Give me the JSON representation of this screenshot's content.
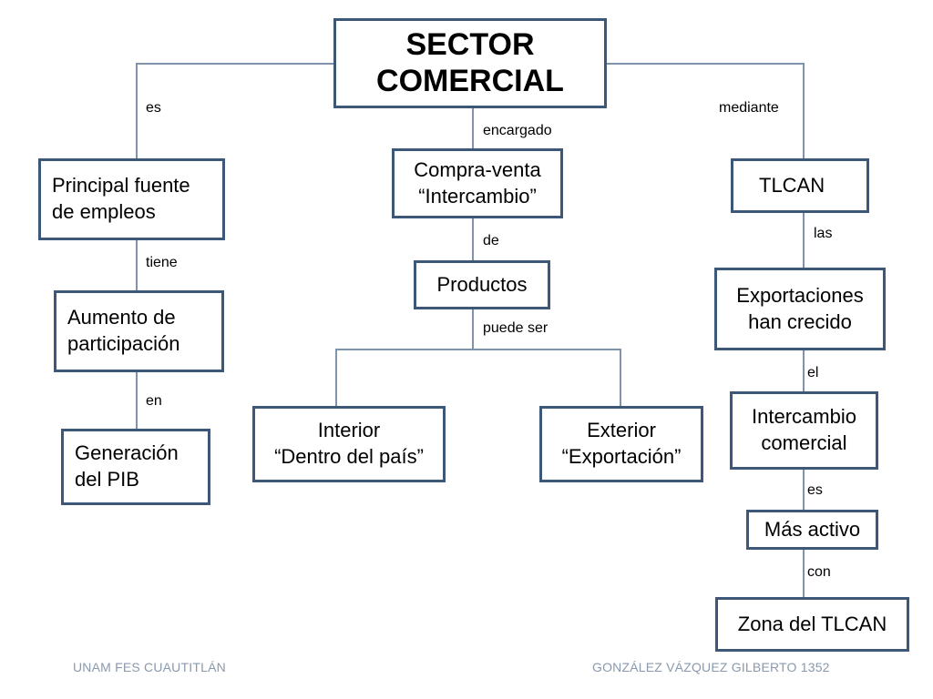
{
  "nodes": {
    "root": "SECTOR\nCOMERCIAL",
    "principal": "Principal fuente\n de empleos",
    "aumento": "Aumento de\nparticipación",
    "generacion": "Generación\n del PIB",
    "compra": "Compra-venta\n“Intercambio”",
    "productos": "Productos",
    "interior": "Interior\n“Dentro del país”",
    "exterior": "Exterior\n“Exportación”",
    "tlcan": "TLCAN",
    "exportaciones": "Exportaciones\n han crecido",
    "intercambio": "Intercambio\n comercial",
    "activo": "Más activo",
    "zona": "Zona del TLCAN"
  },
  "labels": {
    "es1": "es",
    "encargado": "encargado",
    "mediante": "mediante",
    "tiene": "tiene",
    "en": "en",
    "de": "de",
    "puede_ser": "puede ser",
    "las": "las",
    "el": "el",
    "es2": "es",
    "con": "con"
  },
  "footer": {
    "left": "UNAM FES CUAUTITLÁN",
    "right": "GONZÁLEZ VÁZQUEZ GILBERTO 1352"
  },
  "colors": {
    "box_border": "#3d5778",
    "connector": "#7f93ad",
    "footer_text": "#8a99ad"
  }
}
